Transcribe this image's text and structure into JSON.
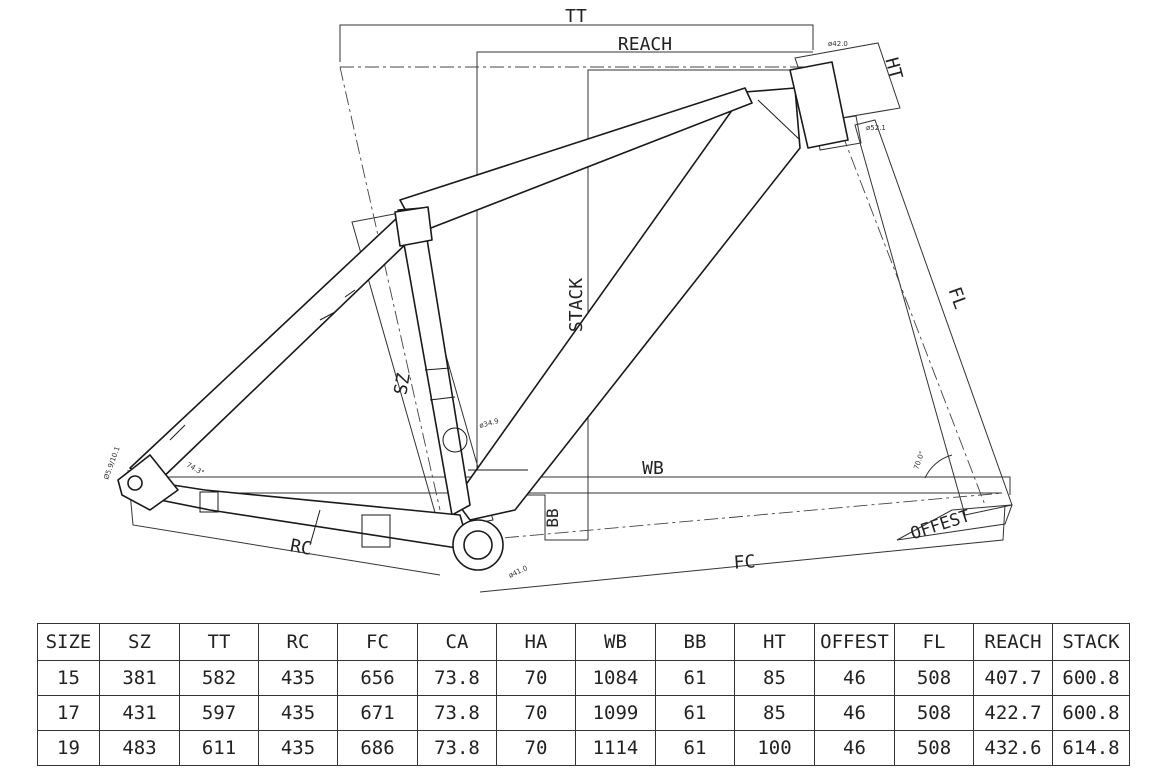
{
  "diagram": {
    "dimension_labels": {
      "tt": "TT",
      "reach": "REACH",
      "ht": "HT",
      "stack": "STACK",
      "sz": "SZ",
      "fl": "FL",
      "wb": "WB",
      "bb": "BB",
      "rc": "RC",
      "fc": "FC",
      "offset": "OFFEST"
    },
    "annotations": {
      "headtube_top_dia": "ø42.0",
      "headtube_bottom_dia": "ø52.1",
      "seatpost_dia": "ø34.9",
      "bb_dia": "ø41.0",
      "head_angle": "70.0°",
      "rear_axle": "Ø5.9/10.1",
      "dropout_angle": "74.3°"
    }
  },
  "table": {
    "headers": [
      "SIZE",
      "SZ",
      "TT",
      "RC",
      "FC",
      "CA",
      "HA",
      "WB",
      "BB",
      "HT",
      "OFFEST",
      "FL",
      "REACH",
      "STACK"
    ],
    "rows": [
      [
        "15",
        "381",
        "582",
        "435",
        "656",
        "73.8",
        "70",
        "1084",
        "61",
        "85",
        "46",
        "508",
        "407.7",
        "600.8"
      ],
      [
        "17",
        "431",
        "597",
        "435",
        "671",
        "73.8",
        "70",
        "1099",
        "61",
        "85",
        "46",
        "508",
        "422.7",
        "600.8"
      ],
      [
        "19",
        "483",
        "611",
        "435",
        "686",
        "73.8",
        "70",
        "1114",
        "61",
        "100",
        "46",
        "508",
        "432.6",
        "614.8"
      ]
    ]
  }
}
